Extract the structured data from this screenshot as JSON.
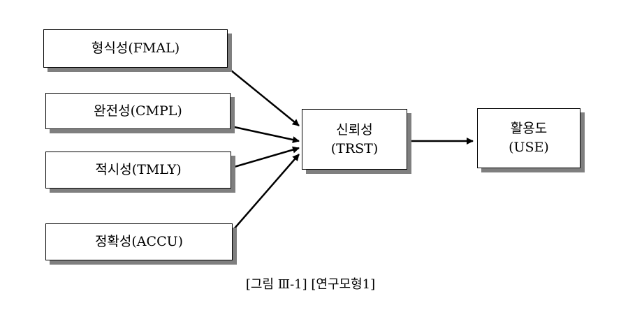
{
  "diagram": {
    "nodes": [
      {
        "id": "fmal",
        "label": "형식성(FMAL)"
      },
      {
        "id": "cmpl",
        "label": "완전성(CMPL)"
      },
      {
        "id": "tmly",
        "label": "적시성(TMLY)"
      },
      {
        "id": "accu",
        "label": "정확성(ACCU)"
      },
      {
        "id": "trst",
        "label": "신뢰성",
        "sublabel": "(TRST)"
      },
      {
        "id": "use",
        "label": "활용도",
        "sublabel": "(USE)"
      }
    ],
    "edges": [
      {
        "from": "fmal",
        "to": "trst"
      },
      {
        "from": "cmpl",
        "to": "trst"
      },
      {
        "from": "tmly",
        "to": "trst"
      },
      {
        "from": "accu",
        "to": "trst"
      },
      {
        "from": "trst",
        "to": "use"
      }
    ],
    "colors": {
      "border": "#000000",
      "shadow": "#7f7f7f",
      "arrow": "#000000"
    }
  },
  "caption": "[그림 Ⅲ-1] [연구모형1]"
}
